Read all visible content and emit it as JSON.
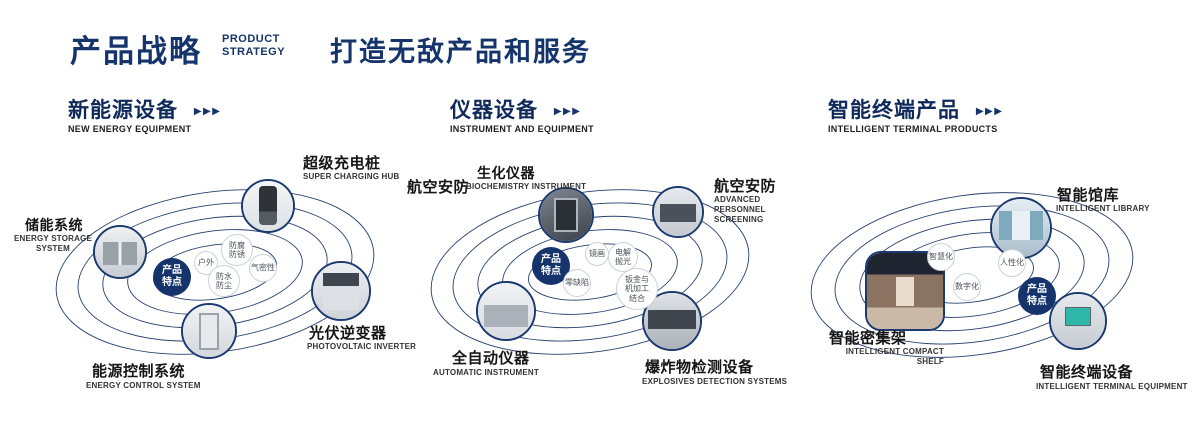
{
  "icons": {
    "triple_arrow": "▶▶▶"
  },
  "colors": {
    "navy": "#14346b",
    "text_dark": "#151515"
  },
  "header": {
    "title_cn": "产品战略",
    "title_en": [
      "PRODUCT",
      "STRATEGY"
    ],
    "slogan": "打造无敌产品和服务"
  },
  "sections": [
    {
      "title_cn": "新能源设备",
      "title_en": "NEW ENERGY EQUIPMENT",
      "badge": "产品特点",
      "products": [
        {
          "cn": "储能系统",
          "en": "ENERGY STORAGE SYSTEM"
        },
        {
          "cn": "超级充电桩",
          "en": "SUPER CHARGING HUB"
        },
        {
          "cn": "光伏逆变器",
          "en": "PHOTOVOLTAIC INVERTER"
        },
        {
          "cn": "能源控制系统",
          "en": "ENERGY CONTROL SYSTEM"
        }
      ],
      "features": [
        "户外",
        "防腐防锈",
        "气密性",
        "防水防尘"
      ]
    },
    {
      "title_cn": "仪器设备",
      "title_en": "INSTRUMENT AND EQUIPMENT",
      "badge": "产品特点",
      "extra_label": "航空安防",
      "products": [
        {
          "cn": "生化仪器",
          "en": "BIOCHEMISTRY INSTRUMENT"
        },
        {
          "cn": "航空安防",
          "en": "ADVANCED PERSONNEL SCREENING"
        },
        {
          "cn": "全自动仪器",
          "en": "AUTOMATIC INSTRUMENT"
        },
        {
          "cn": "爆炸物检测设备",
          "en": "EXPLOSIVES DETECTION SYSTEMS"
        }
      ],
      "features": [
        "镜画",
        "电解抛光",
        "零缺陷",
        "钣金与机加工结合"
      ]
    },
    {
      "title_cn": "智能终端产品",
      "title_en": "INTELLIGENT TERMINAL PRODUCTS",
      "badge": "产品特点",
      "products": [
        {
          "cn": "智能馆库",
          "en": "INTELLIGENT LIBRARY"
        },
        {
          "cn": "智能密集架",
          "en": "INTELLIGENT COMPACT SHELF"
        },
        {
          "cn": "智能终端设备",
          "en": "INTELLIGENT TERMINAL EQUIPMENT"
        }
      ],
      "features": [
        "智慧化",
        "数字化",
        "人性化"
      ]
    }
  ]
}
